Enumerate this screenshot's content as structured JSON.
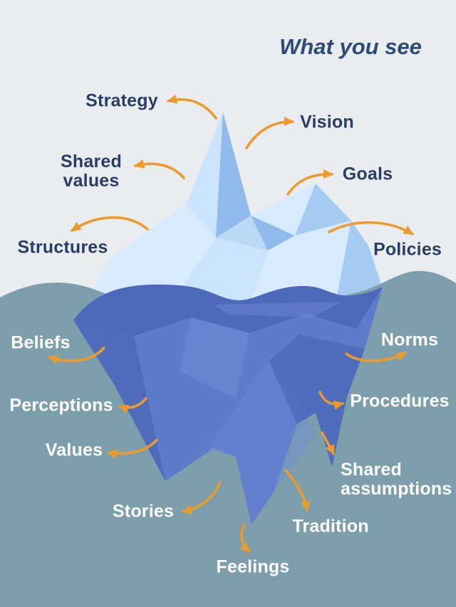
{
  "title": "What you see",
  "labels": {
    "above": [
      {
        "id": "strategy",
        "text": "Strategy"
      },
      {
        "id": "vision",
        "text": "Vision"
      },
      {
        "id": "shared-values",
        "text": "Shared\nvalues"
      },
      {
        "id": "goals",
        "text": "Goals"
      },
      {
        "id": "structures",
        "text": "Structures"
      },
      {
        "id": "policies",
        "text": "Policies"
      }
    ],
    "below": [
      {
        "id": "beliefs",
        "text": "Beliefs"
      },
      {
        "id": "norms",
        "text": "Norms"
      },
      {
        "id": "perceptions",
        "text": "Perceptions"
      },
      {
        "id": "procedures",
        "text": "Procedures"
      },
      {
        "id": "values",
        "text": "Values"
      },
      {
        "id": "shared-assumptions",
        "text": "Shared\nassumptions"
      },
      {
        "id": "stories",
        "text": "Stories"
      },
      {
        "id": "tradition",
        "text": "Tradition"
      },
      {
        "id": "feelings",
        "text": "Feelings"
      }
    ]
  },
  "colors": {
    "background": "#e9edf0",
    "water": "#7d9fac",
    "arrow": "#eb9b2e",
    "label_above": "#2a3e64",
    "title": "#2f4a74",
    "label_below": "#ffffff",
    "berg_above_base": "#bad9f7",
    "berg_above_light": "#d8eafd",
    "berg_above_lighter": "#cbe3fb",
    "berg_above_medium": "#90baec",
    "berg_above_medium2": "#a6cbf3",
    "berg_below_base": "#5d7bca",
    "berg_below_dark": "#4c68b8",
    "berg_below_light": "#6e8ad6"
  }
}
